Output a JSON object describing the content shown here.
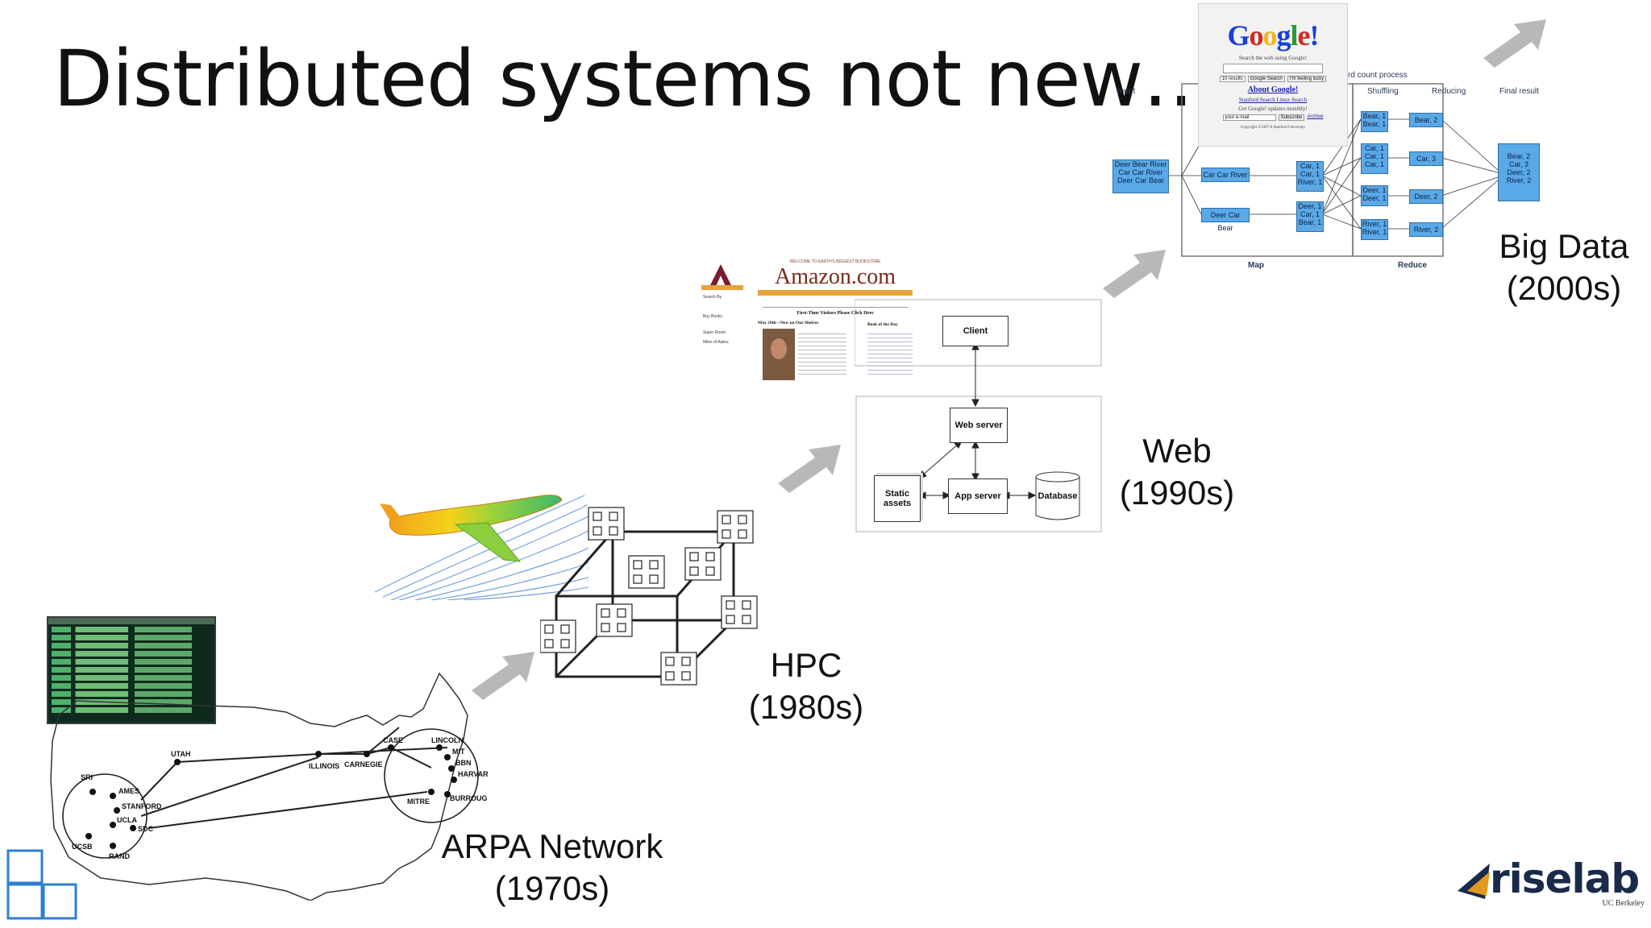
{
  "slide": {
    "title": "Distributed systems not new…"
  },
  "eras": {
    "arpa": {
      "label": "ARPA Network",
      "years": "(1970s)"
    },
    "hpc": {
      "label": "HPC",
      "years": "(1980s)"
    },
    "web": {
      "label": "Web",
      "years": "(1990s)"
    },
    "bigdata": {
      "label": "Big Data",
      "years": "(2000s)"
    }
  },
  "arpanet_map": {
    "nodes_west": [
      "SRI",
      "AMES",
      "STANFORD",
      "UCLA",
      "SDC",
      "UCSB",
      "RAND"
    ],
    "nodes_mid": [
      "UTAH",
      "ILLINOIS",
      "CARNEGIE",
      "CASE"
    ],
    "nodes_east": [
      "LINCOLN",
      "MIT",
      "BBN",
      "HARVARD",
      "MITRE",
      "BURROUGHS"
    ]
  },
  "web_diagram": {
    "client": "Client",
    "web_server": "Web server",
    "static_assets": "Static assets",
    "app_server": "App server",
    "database": "Database"
  },
  "amazon_page": {
    "banner": "Welcome to Earth's Biggest Bookstore",
    "logo": "Amazon.com",
    "left_links": [
      "Search By",
      "Buy Books",
      "Super Room",
      "Miles of Aisles"
    ],
    "headline": "First-Time Visitors Please Click Here",
    "shelves": "May 29th—New on Our Shelves",
    "book_of_day": "Book of the Day"
  },
  "google_page": {
    "logo": "Google!",
    "search_caption": "Search the web using Google!",
    "button_search": "Google Search",
    "button_lucky": "I'm feeling lucky",
    "results_select": "10 results",
    "about": "About Google!",
    "links": "Stanford Search  Linux Search",
    "updates": "Get Google! updates monthly!",
    "email_placeholder": "your e-mail",
    "subscribe": "Subscribe",
    "archive": "Archive",
    "copyright": "Copyright ©1997-8 Stanford University"
  },
  "mapreduce": {
    "input_label": "Input",
    "process_label": "rd count process",
    "shuffling_label": "Shuffling",
    "reducing_label": "Reducing",
    "final_label": "Final result",
    "map_label": "Map",
    "reduce_label": "Reduce",
    "input_box": "Deer Bear River\nCar Car River\nDeer Car Bear",
    "split1": "Car Car River",
    "split2": "Deer Car Bear",
    "map1": "Car, 1\nCar, 1\nRiver, 1",
    "map2": "Deer, 1\nCar, 1\nBear, 1",
    "shuf1": "Bear, 1\nBear, 1",
    "shuf2": "Car, 1\nCar, 1\nCar, 1",
    "shuf3": "Deer, 1\nDeer, 1",
    "shuf4": "River, 1\nRiver, 1",
    "red1": "Bear, 2",
    "red2": "Car, 3",
    "red3": "Deer, 2",
    "red4": "River, 2",
    "final": "Bear, 2\nCar, 3\nDeer, 2\nRiver, 2"
  },
  "logos": {
    "riselab": "riselab",
    "riselab_sub": "UC Berkeley"
  },
  "colors": {
    "arrow": "#b8b8b8",
    "mr_box": "#5aa8e6",
    "google_blue": "#1a3fd6",
    "corner_logo": "#2e7fd0"
  }
}
